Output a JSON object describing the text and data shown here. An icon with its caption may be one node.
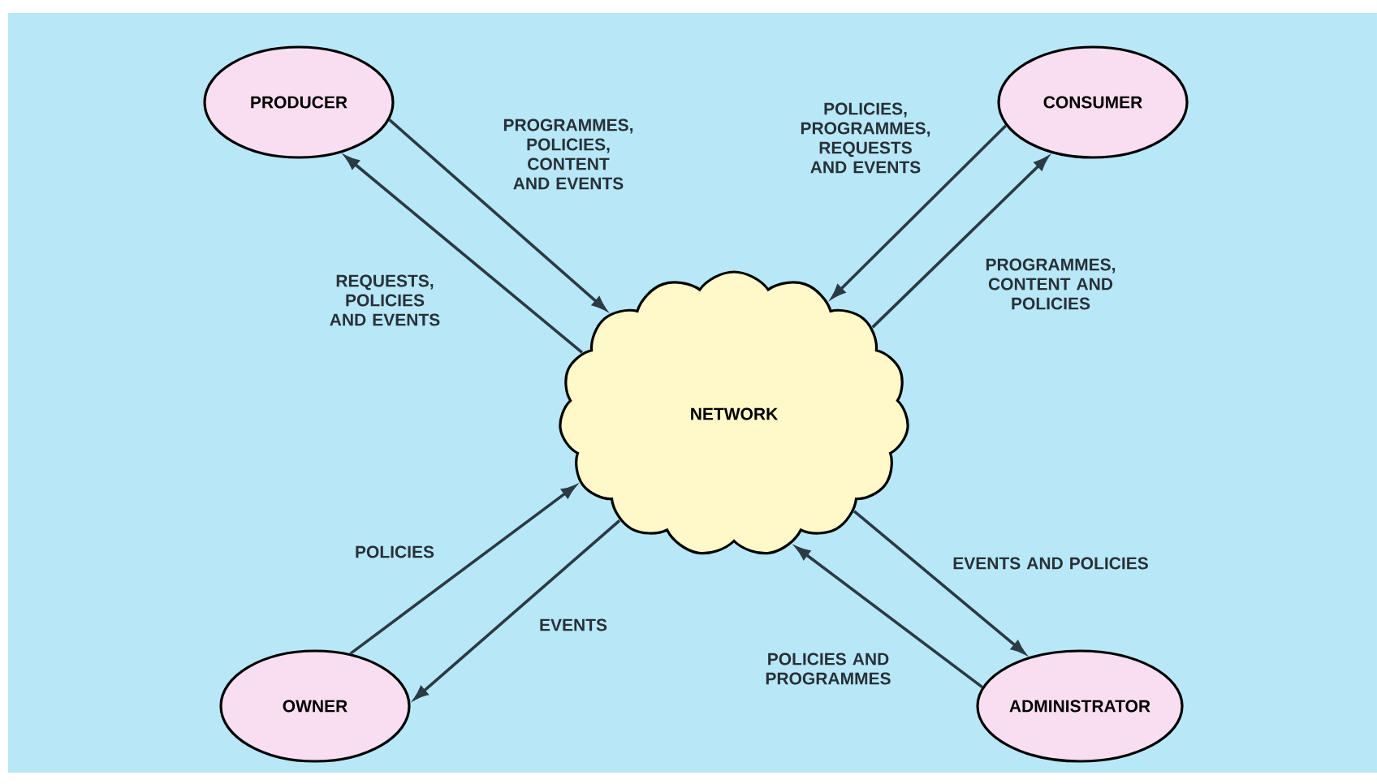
{
  "diagram": {
    "nodes": [
      {
        "text": [
          "PRODUCER"
        ]
      },
      {
        "text": [
          "CONSUMER"
        ]
      },
      {
        "text": [
          "NETWORK"
        ]
      },
      {
        "text": [
          "OWNER"
        ]
      },
      {
        "text": [
          "ADMINISTRATOR"
        ]
      }
    ],
    "edges": [
      {
        "from": 0,
        "to": 2,
        "arrow": "to",
        "label": "PROGRAMMES, POLICIES, CONTENT AND EVENTS"
      },
      {
        "from": 2,
        "to": 0,
        "arrow": "to",
        "label": "REQUESTS, POLICIES AND EVENTS"
      },
      {
        "from": 1,
        "to": 2,
        "arrow": "to",
        "label": "POLICIES, PROGRAMMES, REQUESTS AND EVENTS"
      },
      {
        "from": 2,
        "to": 1,
        "arrow": "to",
        "label": "PROGRAMMES, CONTENT AND POLICIES"
      },
      {
        "from": 3,
        "to": 2,
        "arrow": "to",
        "label": "POLICIES"
      },
      {
        "from": 2,
        "to": 3,
        "arrow": "to",
        "label": "EVENTS"
      },
      {
        "from": 2,
        "to": 4,
        "arrow": "to",
        "label": "EVENTS AND POLICIES"
      },
      {
        "from": 4,
        "to": 2,
        "arrow": "to",
        "label": "POLICIES AND PROGRAMMES"
      }
    ]
  }
}
